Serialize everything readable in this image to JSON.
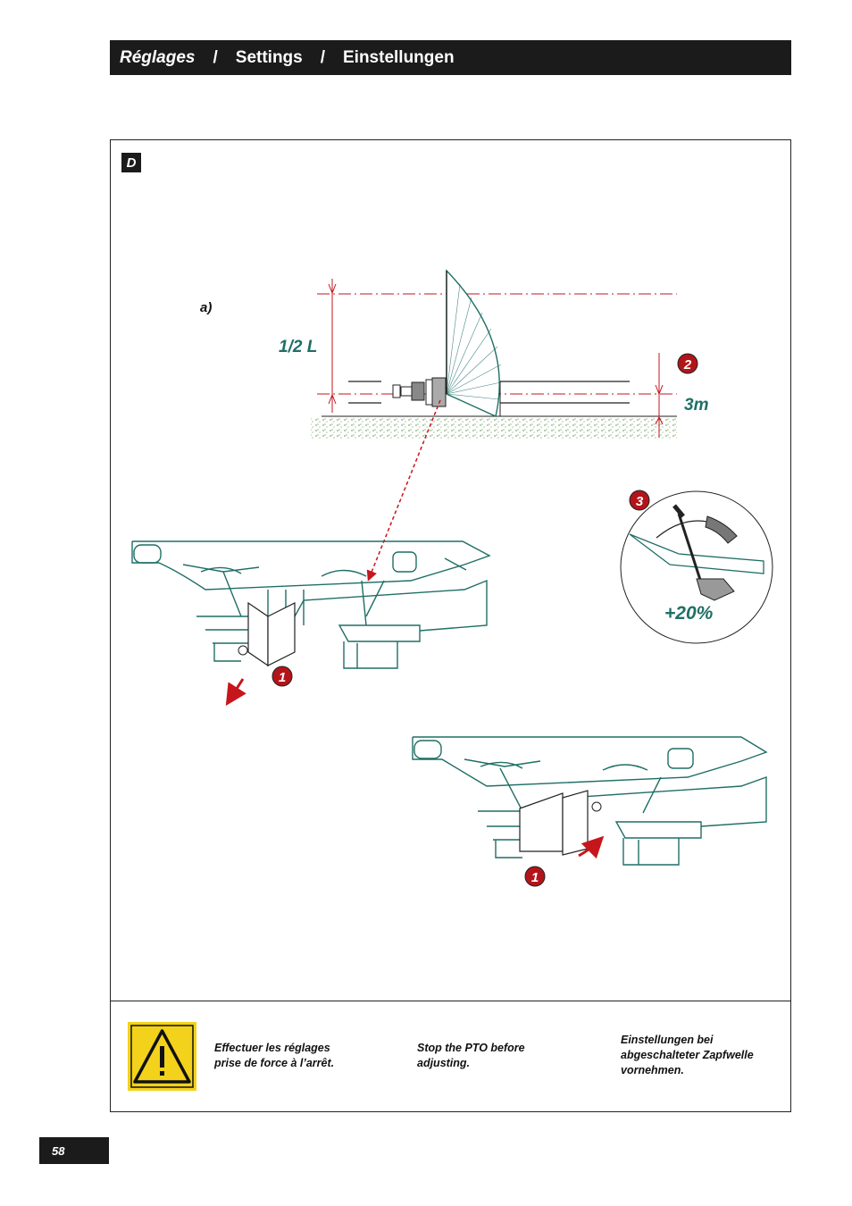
{
  "header": {
    "title_fr": "Réglages",
    "separator": "/",
    "title_en": "Settings",
    "title_de": "Einstellungen"
  },
  "section": {
    "tag": "D"
  },
  "figure": {
    "label_a": "a)",
    "dim_half_l": "1/2 L",
    "dim_3m": "3m",
    "percent": "+20%",
    "callouts": [
      "1",
      "2",
      "3",
      "1"
    ]
  },
  "warning": {
    "icon": "warning-triangle-icon",
    "text_fr": [
      "Effectuer les réglages",
      "prise de force à l’arrêt."
    ],
    "text_en": [
      "Stop the PTO before",
      "adjusting."
    ],
    "text_de": [
      "Einstellungen bei",
      "abgeschalteter Zapfwelle",
      "vornehmen."
    ]
  },
  "footer": {
    "page_number": "58"
  },
  "colors": {
    "teal": "#1f6f66",
    "red": "#c6161c",
    "callout": "#b3141a",
    "warning_yellow": "#f3d21b",
    "dark": "#1b1b1b"
  }
}
